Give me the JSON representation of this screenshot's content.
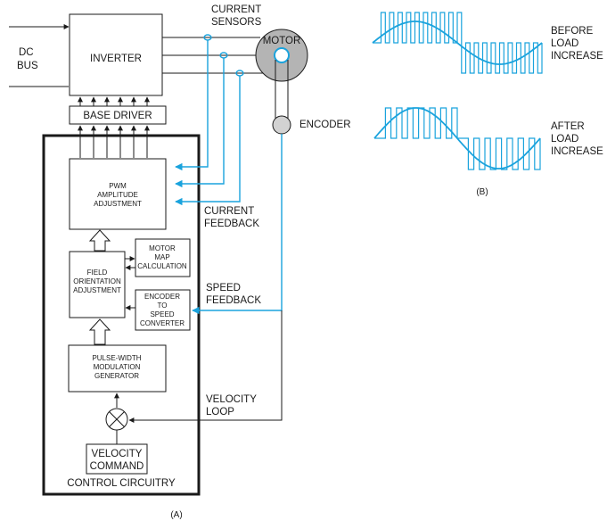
{
  "labels": {
    "dc_bus": [
      "DC",
      "BUS"
    ],
    "inverter": "INVERTER",
    "current_sensors": [
      "CURRENT",
      "SENSORS"
    ],
    "motor": "MOTOR",
    "encoder": "ENCODER",
    "base_driver": "BASE DRIVER",
    "pwm_amplitude": [
      "PWM",
      "AMPLITUDE",
      "ADJUSTMENT"
    ],
    "current_feedback": [
      "CURRENT",
      "FEEDBACK"
    ],
    "motor_map": [
      "MOTOR",
      "MAP",
      "CALCULATION"
    ],
    "field_orientation": [
      "FIELD",
      "ORIENTATION",
      "ADJUSTMENT"
    ],
    "encoder_converter": [
      "ENCODER",
      "TO",
      "SPEED",
      "CONVERTER"
    ],
    "speed_feedback": [
      "SPEED",
      "FEEDBACK"
    ],
    "pwm_generator": [
      "PULSE-WIDTH",
      "MODULATION",
      "GENERATOR"
    ],
    "velocity_loop": [
      "VELOCITY",
      "LOOP"
    ],
    "velocity_command": [
      "VELOCITY",
      "COMMAND"
    ],
    "control_circuitry": "CONTROL CIRCUITRY",
    "caption_a": "(A)",
    "before_load": [
      "BEFORE",
      "LOAD",
      "INCREASE"
    ],
    "after_load": [
      "AFTER",
      "LOAD",
      "INCREASE"
    ],
    "caption_b": "(B)"
  },
  "colors": {
    "line": "#1a1a1a",
    "feedback_blue": "#1aa3dd",
    "motor_fill": "#b4b4b4"
  }
}
